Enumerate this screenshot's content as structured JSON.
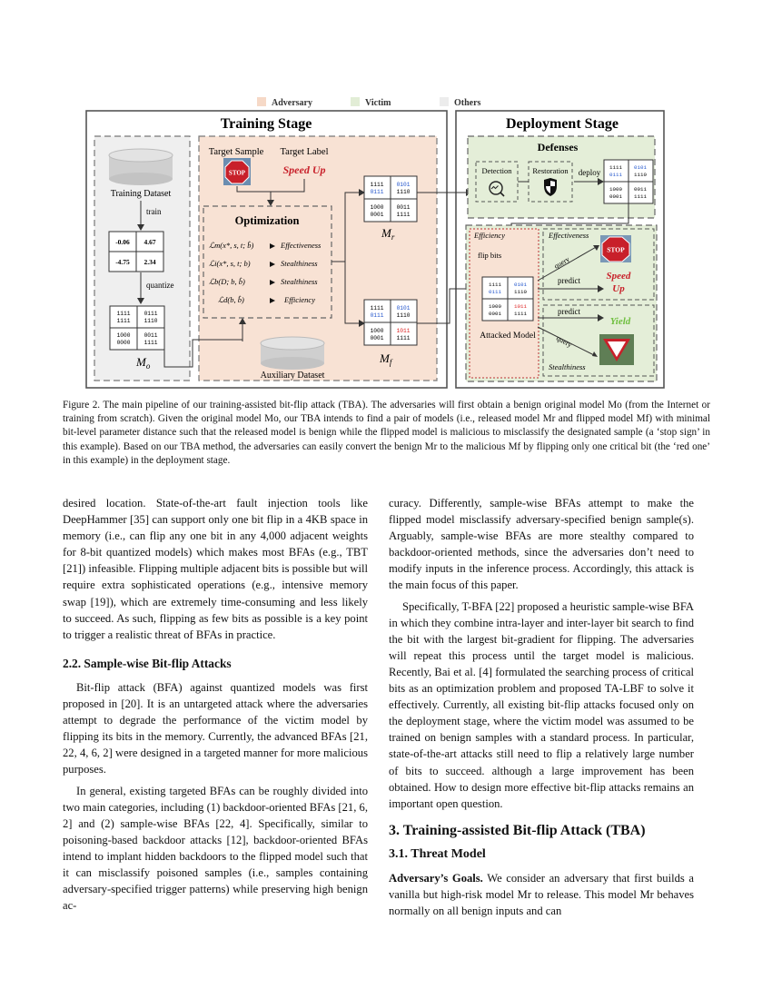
{
  "figure": {
    "legend": {
      "adversary": "Adversary",
      "victim": "Victim",
      "others": "Others"
    },
    "training_stage": "Training Stage",
    "deployment_stage": "Deployment Stage",
    "training_dataset": "Training Dataset",
    "train": "train",
    "quantize": "quantize",
    "float_weights": [
      "-0.06",
      "4.67",
      "-4.75",
      "2.34"
    ],
    "mo_bits": [
      [
        "1111",
        "1111"
      ],
      [
        "0111",
        "1110"
      ],
      [
        "1000",
        "0000"
      ],
      [
        "0011",
        "1111"
      ]
    ],
    "mo_label": "M",
    "mo_sub": "o",
    "target_sample": "Target Sample",
    "target_label": "Target Label",
    "speed_up": "Speed Up",
    "stop": "STOP",
    "optimization": "Optimization",
    "losses": [
      {
        "term": "ℒm(x*, s, t; b̂)",
        "desc": "Effectiveness"
      },
      {
        "term": "ℒi(x*, s, t; b)",
        "desc": "Stealthiness"
      },
      {
        "term": "ℒb(D; b, b̂)",
        "desc": "Stealthiness"
      },
      {
        "term": "ℒd(b, b̂)",
        "desc": "Efficiency"
      }
    ],
    "auxiliary_dataset": "Auxiliary Dataset",
    "mr_bits": [
      [
        "1111",
        "0111"
      ],
      [
        "0101",
        "1110"
      ],
      [
        "1000",
        "0001"
      ],
      [
        "0011",
        "1111"
      ]
    ],
    "mr_label": "M",
    "mr_sub": "r",
    "mf_bits": [
      [
        "1111",
        "0111"
      ],
      [
        "0101",
        "1110"
      ],
      [
        "1000",
        "0001"
      ],
      [
        "1011",
        "1111"
      ]
    ],
    "mf_label": "M",
    "mf_sub": "f",
    "defenses": "Defenses",
    "detection": "Detection",
    "restoration": "Restoration",
    "deploy": "deploy",
    "deploy_bits": [
      [
        "1111",
        "0111"
      ],
      [
        "0101",
        "1110"
      ],
      [
        "1000",
        "0001"
      ],
      [
        "0011",
        "1111"
      ]
    ],
    "efficiency": "Efficiency",
    "flip_bits": "flip bits",
    "effectiveness": "Effectiveness",
    "query": "query",
    "predict": "predict",
    "speed": "Speed",
    "up": "Up",
    "yield": "Yield",
    "stealthiness": "Stealthiness",
    "attacked_model": "Attacked Model",
    "attacked_bits": [
      [
        "1111",
        "0111"
      ],
      [
        "0101",
        "1110"
      ],
      [
        "1000",
        "0001"
      ],
      [
        "1011",
        "1111"
      ]
    ]
  },
  "caption": "Figure 2. The main pipeline of our training-assisted bit-flip attack (TBA). The adversaries will first obtain a benign original model Mo (from the Internet or training from scratch). Given the original model Mo, our TBA intends to find a pair of models (i.e., released model Mr and flipped model Mf) with minimal bit-level parameter distance such that the released model is benign while the flipped model is malicious to misclassify the designated sample (a ‘stop sign’ in this example). Based on our TBA method, the adversaries can easily convert the benign Mr to the malicious Mf by flipping only one critical bit (the ‘red one’ in this example) in the deployment stage.",
  "left_column": {
    "p1": "desired location. State-of-the-art fault injection tools like DeepHammer [35] can support only one bit flip in a 4KB space in memory (i.e., can flip any one bit in any 4,000 adjacent weights for 8-bit quantized models) which makes most BFAs (e.g., TBT [21]) infeasible. Flipping multiple adjacent bits is possible but will require extra sophisticated operations (e.g., intensive memory swap [19]), which are extremely time-consuming and less likely to succeed. As such, flipping as few bits as possible is a key point to trigger a realistic threat of BFAs in practice.",
    "h22": "2.2. Sample-wise Bit-flip Attacks",
    "p2": "Bit-flip attack (BFA) against quantized models was first proposed in [20]. It is an untargeted attack where the adversaries attempt to degrade the performance of the victim model by flipping its bits in the memory. Currently, the advanced BFAs [21, 22, 4, 6, 2] were designed in a targeted manner for more malicious purposes.",
    "p3": "In general, existing targeted BFAs can be roughly divided into two main categories, including (1) backdoor-oriented BFAs [21, 6, 2] and (2) sample-wise BFAs [22, 4]. Specifically, similar to poisoning-based backdoor attacks [12], backdoor-oriented BFAs intend to implant hidden backdoors to the flipped model such that it can misclassify poisoned samples (i.e., samples containing adversary-specified trigger patterns) while preserving high benign ac-"
  },
  "right_column": {
    "p1": "curacy. Differently, sample-wise BFAs attempt to make the flipped model misclassify adversary-specified benign sample(s). Arguably, sample-wise BFAs are more stealthy compared to backdoor-oriented methods, since the adversaries don’t need to modify inputs in the inference process. Accordingly, this attack is the main focus of this paper.",
    "p2": "Specifically, T-BFA [22] proposed a heuristic sample-wise BFA in which they combine intra-layer and inter-layer bit search to find the bit with the largest bit-gradient for flipping. The adversaries will repeat this process until the target model is malicious. Recently, Bai et al. [4] formulated the searching process of critical bits as an optimization problem and proposed TA-LBF to solve it effectively. Currently, all existing bit-flip attacks focused only on the deployment stage, where the victim model was assumed to be trained on benign samples with a standard process. In particular, state-of-the-art attacks still need to flip a relatively large number of bits to succeed. although a large improvement has been obtained. How to design more effective bit-flip attacks remains an important open question.",
    "h3": "3. Training-assisted Bit-flip Attack (TBA)",
    "h31": "3.1. Threat Model",
    "goals_label": "Adversary’s Goals.",
    "p3": " We consider an adversary that first builds a vanilla but high-risk model Mr to release. This model Mr behaves normally on all benign inputs and can"
  }
}
